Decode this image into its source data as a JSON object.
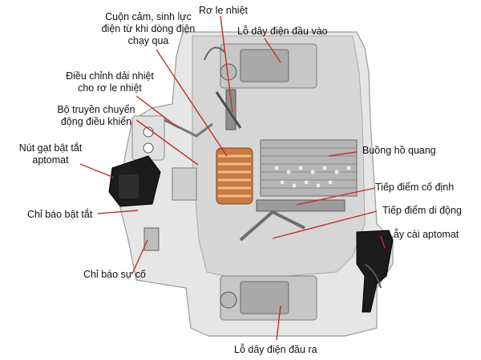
{
  "labels": {
    "coil": "Cuộn cảm, sinh lực\nđiện từ khi dòng điện\nchạy qua",
    "thermal_relay": "Rơ le nhiệt",
    "input_terminal": "Lỗ dây điện đầu vào",
    "thermal_adjust": "Điều chỉnh dải nhiệt\ncho rơ le nhiệt",
    "drive_mechanism": "Bộ truyền chuyển\nđộng điều khiển",
    "arc_chamber": "Buồng hồ quang",
    "toggle": "Nút gạt bật tắt\naptomat",
    "fixed_contact": "Tiếp điểm cố định",
    "on_off_indicator": "Chỉ báo bật tắt",
    "moving_contact": "Tiếp điểm di động",
    "mount_clip": "Lẫy cài aptomat",
    "fault_indicator": "Chỉ báo sự cố",
    "output_terminal": "Lỗ dây điện đầu ra"
  },
  "colors": {
    "leader": "#c4302b",
    "label_text": "#111111",
    "housing": "#e6e6e6",
    "coil": "#d78a4e",
    "handle": "#1c1c1c"
  }
}
